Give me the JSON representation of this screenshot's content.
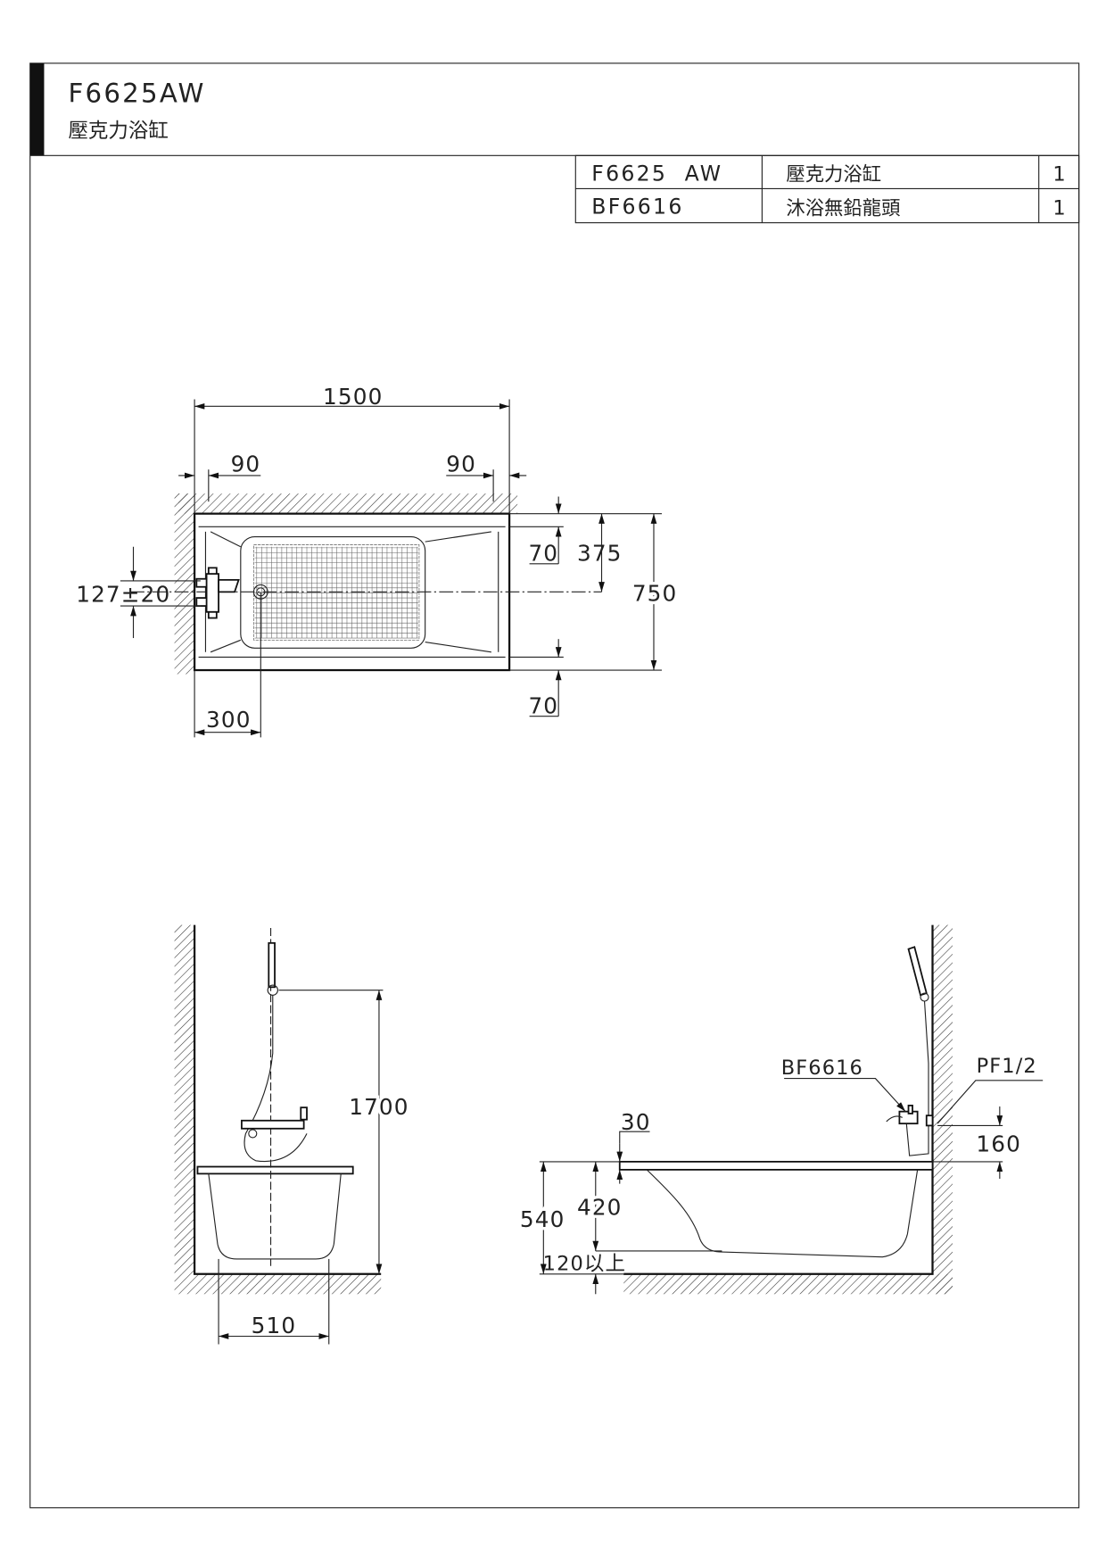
{
  "header": {
    "model": "F6625AW",
    "name": "壓克力浴缸"
  },
  "parts_table": [
    {
      "code": "F6625  AW",
      "name": "壓克力浴缸",
      "qty": "1"
    },
    {
      "code": "BF6616",
      "name": "沐浴無鉛龍頭",
      "qty": "1"
    }
  ],
  "plan_view": {
    "length": "1500",
    "left_gap": "90",
    "right_gap": "90",
    "rim_top": "70",
    "rim_bottom": "70",
    "center_offset": "375",
    "width": "750",
    "drain_offset": "300",
    "faucet_offset": "127±20"
  },
  "end_view": {
    "shower_height": "1700",
    "bottom_width": "510"
  },
  "side_view": {
    "total_height": "540",
    "inner_depth": "420",
    "rim_thickness": "30",
    "floor_clearance": "120以上",
    "faucet_label": "BF6616",
    "pipe_label": "PF1/2",
    "faucet_height": "160"
  }
}
